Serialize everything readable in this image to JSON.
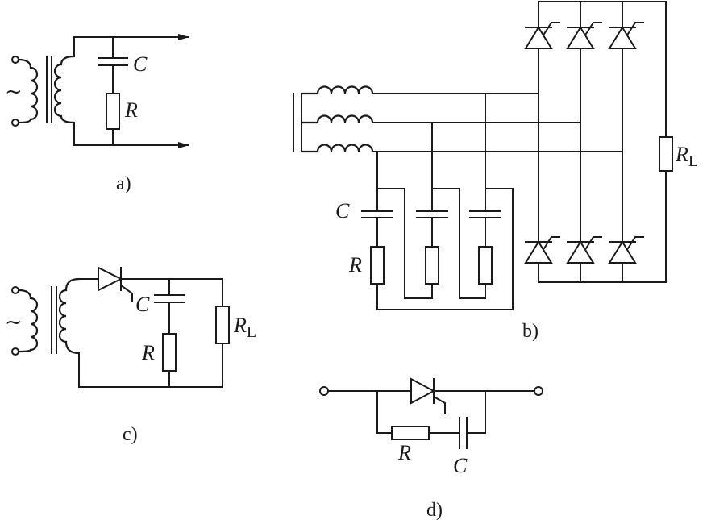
{
  "figure": {
    "labels": {
      "capacitor": "C",
      "resistor": "R",
      "load_main": "R",
      "load_sub": "L",
      "ac_source": "~"
    },
    "captions": {
      "a": "a)",
      "b": "b)",
      "c": "c)",
      "d": "d)"
    }
  }
}
